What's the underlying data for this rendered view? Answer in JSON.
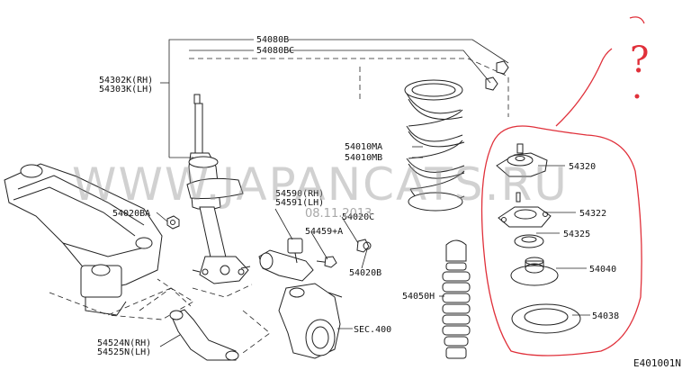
{
  "labels": {
    "p54080b": "54080B",
    "p54080bc": "54080BC",
    "p54302k": "54302K(RH)",
    "p54303k": "54303K(LH)",
    "p54010ma": "54010MA",
    "p54010mb": "54010MB",
    "p54320": "54320",
    "p54020ba": "54020BA",
    "p54590": "54590(RH)",
    "p54591": "54591(LH)",
    "p54020c": "54020C",
    "p54459a": "54459+A",
    "p54322": "54322",
    "p54325": "54325",
    "p54020b": "54020B",
    "p54040": "54040",
    "p54050h": "54050H",
    "p54524n": "54524N(RH)",
    "p54525n": "54525N(LH)",
    "sec400": "SEC.400",
    "p54038": "54038"
  },
  "watermark": "WWW.JAPANCATS.RU",
  "date_stamp": "08.11.2013",
  "figure_code": "E401001N",
  "handwritten_mark": "?",
  "colors": {
    "line": "#222222",
    "annotation": "#e0303a",
    "watermark": "#9a9a9a"
  }
}
